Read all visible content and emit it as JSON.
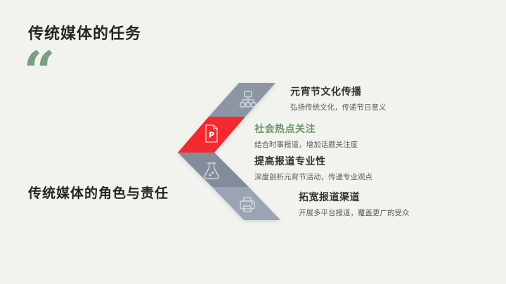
{
  "slide": {
    "title": "传统媒体的任务",
    "quote_mark": "“",
    "subtitle": "传统媒体的角色与责任"
  },
  "colors": {
    "background": "#f2f3ef",
    "title_text": "#22271e",
    "quote_green": "#7d9e7c",
    "accent_red": "#f3292e",
    "gray_segment": "#8c95a4",
    "gray_segment_dark": "#828c9b",
    "gray_segment_light": "#9ba4b2",
    "green_accent": "#669367",
    "item_title": "#333333",
    "item_desc": "#585a58"
  },
  "icons": {
    "document_letter": "P"
  },
  "items": [
    {
      "icon": "sitemap-icon",
      "title": "元宵节文化传播",
      "desc": "弘扬传统文化，传递节日意义",
      "highlight": false
    },
    {
      "icon": "document-p-icon",
      "title": "社会热点关注",
      "desc": "结合时事报道，增加话题关注度",
      "highlight": true
    },
    {
      "icon": "flask-icon",
      "title": "提高报道专业性",
      "desc": "深度剖析元宵节活动，传递专业观点",
      "highlight": false
    },
    {
      "icon": "printer-icon",
      "title": "拓宽报道渠道",
      "desc": "开展多平台报道，覆盖更广的受众",
      "highlight": false
    }
  ]
}
